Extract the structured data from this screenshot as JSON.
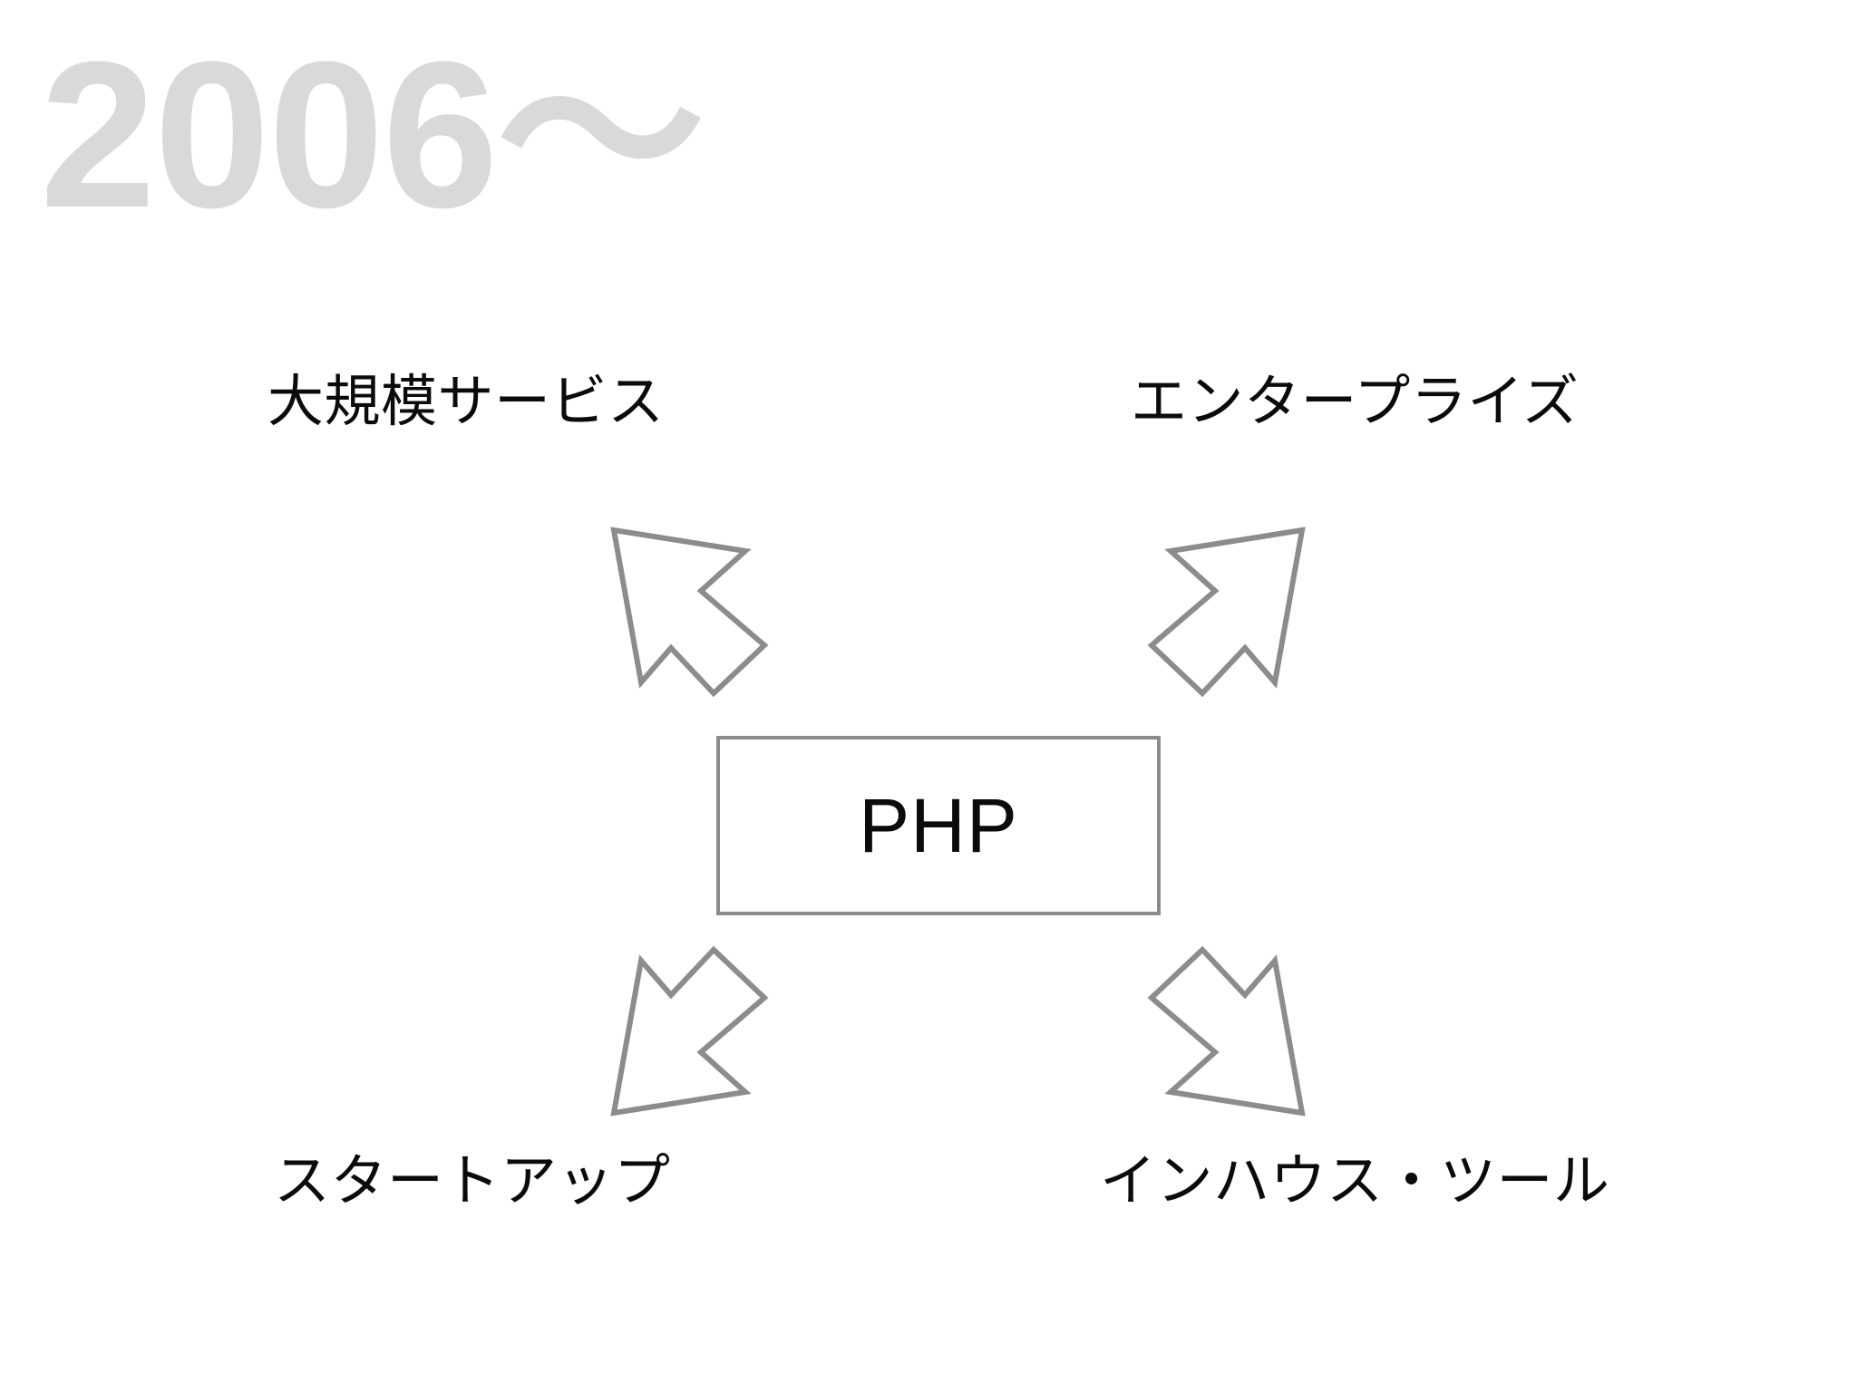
{
  "slide": {
    "background_color": "#ffffff",
    "title": "2006〜",
    "title_color": "#d9d9d9"
  },
  "center": {
    "label": "PHP",
    "border_color": "#8c8c8c",
    "text_color": "#0b0b0b"
  },
  "arrow_color": "#8c8c8c",
  "quadrants": [
    {
      "id": "top-left",
      "label": "大規模サービス",
      "arrow_direction": "up-left"
    },
    {
      "id": "top-right",
      "label": "エンタープライズ",
      "arrow_direction": "up-right"
    },
    {
      "id": "bottom-left",
      "label": "スタートアップ",
      "arrow_direction": "down-left"
    },
    {
      "id": "bottom-right",
      "label": "インハウス・ツール",
      "arrow_direction": "down-right"
    }
  ],
  "icons": {
    "arrow_up_left": "arrow-up-left-icon",
    "arrow_up_right": "arrow-up-right-icon",
    "arrow_down_left": "arrow-down-left-icon",
    "arrow_down_right": "arrow-down-right-icon"
  }
}
